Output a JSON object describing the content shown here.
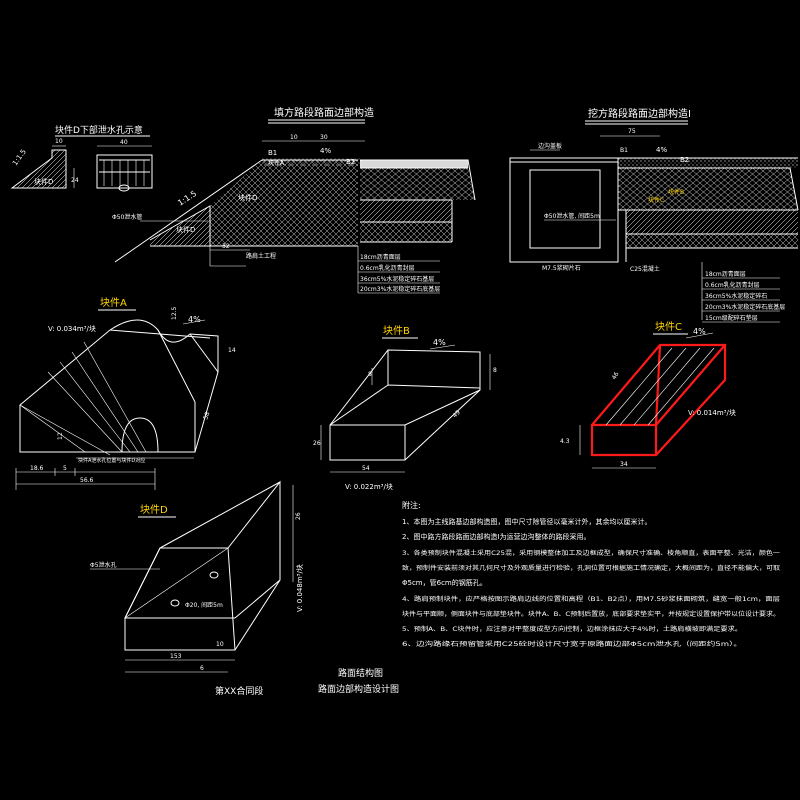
{
  "titles": {
    "drain_hole": "块件D下部泄水孔示意",
    "fill_section": "填方路段路面边部构造",
    "cut_section": "挖方路段路面边部构造Ⅰ",
    "block_a": "块件A",
    "block_b": "块件B",
    "block_c": "块件C",
    "block_d": "块件D"
  },
  "dims": {
    "slope_small": "1:1.5",
    "d10": "10",
    "d40": "40",
    "d24": "24",
    "slope_big": "1:1.5",
    "d75": "75",
    "d30": "30",
    "d4pct": "4%",
    "d32": "32",
    "b1": "B1",
    "b2": "B2",
    "d75c": "75",
    "b1c": "B1",
    "b2c": "B2",
    "a_vol": "V: 0.034m³/块",
    "a_12": "12.5",
    "a_14": "14",
    "a_4pct": "4%",
    "a_58": "58",
    "a_12b": "12",
    "a_186": "18.6",
    "a_5": "5",
    "a_566": "56.6",
    "a_note": "块件A泄水孔位置与块件D对应",
    "b_4pct": "4%",
    "b_8": "8",
    "b_49": "49",
    "b_8b": "8",
    "b_26": "26",
    "b_54": "54",
    "b_vol": "V: 0.022m³/块",
    "c_4pct": "4%",
    "c_46": "46",
    "c_vol": "V: 0.014m³/块",
    "c_43": "4.3",
    "c_34": "34",
    "d_26": "26",
    "d_phi": "Φ5泄水孔",
    "d_phi_b": "Φ20, 间距5m",
    "d_vol": "V: 0.048m³/块",
    "d_10": "10",
    "d_153": "153",
    "d_6": "6"
  },
  "callouts": {
    "block_d": "块件D",
    "block_a": "块件A",
    "pipe": "Φ50泄水管",
    "soil": "路肩土工程",
    "layer_fill": [
      "18cm沥青面层",
      "0.6cm乳化沥青封层",
      "36cm5%水泥稳定碎石基层",
      "20cm3%水泥稳定碎石底基层"
    ],
    "cut_top": "边沟盖板",
    "cut_pipe": "Φ50泄水管, 间距5m",
    "cut_mortar": "M7.5浆砌片石",
    "cut_c25": "C25混凝土",
    "layer_cut": [
      "18cm沥青面层",
      "0.6cm乳化沥青封层",
      "36cm5%水泥稳定碎石",
      "20cm3%水泥稳定碎石底基层",
      "15cm级配碎石垫层"
    ]
  },
  "notes": {
    "heading": "附注:",
    "items": [
      "1、本图为主线路基边部构造图，图中尺寸除管径以毫米计外，其余均以厘米计。",
      "2、图中路方路段路面边部构造Ⅰ为运营边沟整体的路段采用。",
      "3、各类预制块件混凝土采用C25混，采用钢模整体加工及边框成型，确保尺寸准确、棱角顺直，表面平整、光洁，颜色一",
      "致，预制件安装前须对其几何尺寸及外观质量进行检验，孔洞位置可根据施工情况确定，大概间距为，直径不能偏大，可取",
      "Φ5cm，管6cm的钢筋孔。",
      "4、路肩预制块件，应严格按图示路肩边线的位置和高程（B1、B2点），用M7.5砂浆抹面砌筑，缝宽一般1cm，面层",
      "块件与平面顺，侧面块件与底部垫块件。块件A、B、C预制后置放，底部要求垫实平，并按规定设置保护带以位设计要求。",
      "5、预制A、B、C块件时，应注意对平整度成型方向控制，边框涂抹应大于4%时，土路肩横坡即满足要求。",
      "6、边沟路缘石预留管采用C25砼时设计尺寸宽于原路面边部Φ5cm泄水孔（间距约5m）。"
    ]
  },
  "footer": {
    "left": "路面结构图",
    "right_top": "路面结构图",
    "right": "路面边部构造设计图",
    "left_title": "第XX合同段"
  }
}
